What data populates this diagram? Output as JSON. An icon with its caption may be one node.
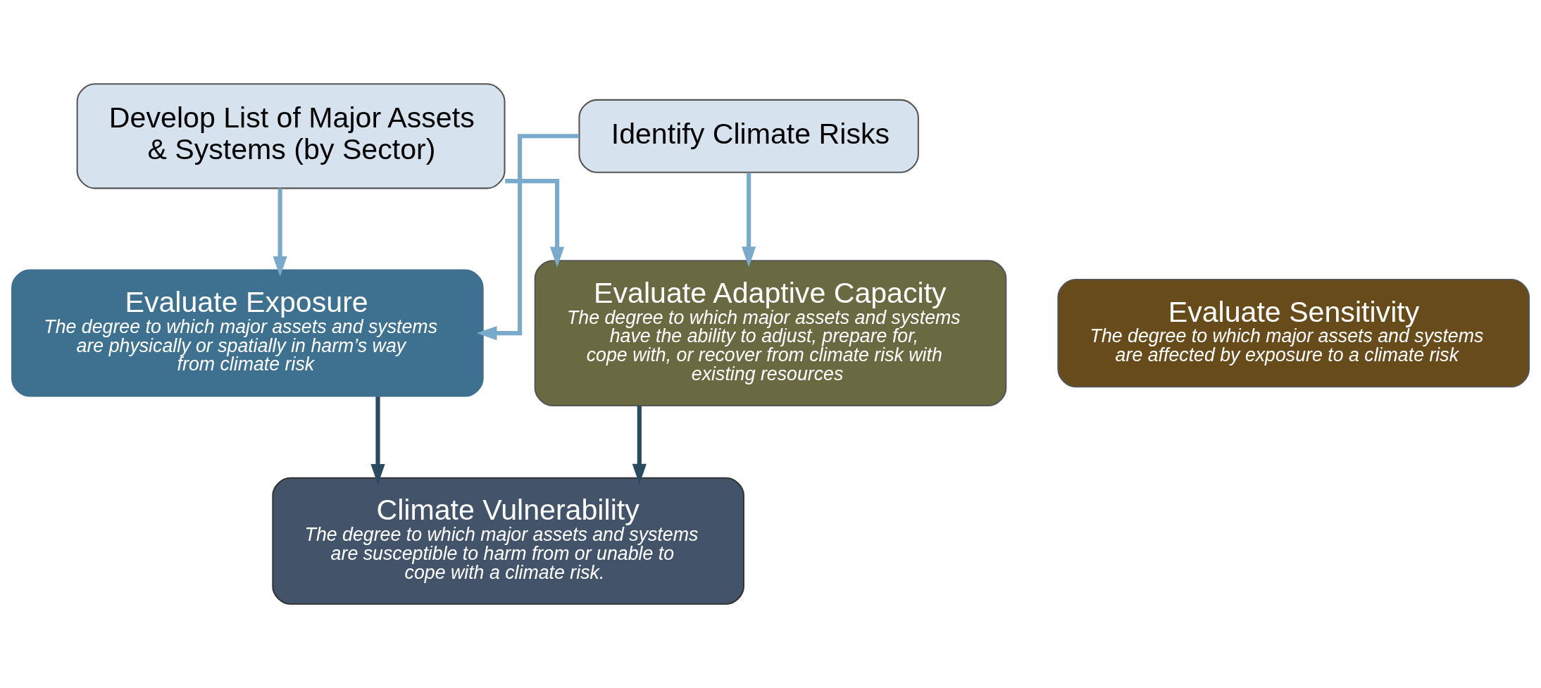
{
  "diagram": {
    "nodes": [
      {
        "text": [
          "Develop List of Major Assets & Systems (by Sector)"
        ]
      },
      {
        "text": [
          "Identify Climate Risks"
        ]
      },
      {
        "text": [
          "Evaluate Exposure",
          "The degree to which major assets and systems are physically or spatially in harm’s way from climate risk"
        ]
      },
      {
        "text": [
          "Evaluate Sensitivity",
          "The degree to which major assets and systems are affected by exposure to a climate risk"
        ]
      },
      {
        "text": [
          "Evaluate Adaptive Capacity",
          "The degree to which major assets and systems have the ability to adjust, prepare for, cope with, or recover from climate risk with existing resources"
        ]
      },
      {
        "text": [
          "Climate Vulnerability",
          "The degree to which major assets and systems are susceptible to harm from or unable to cope with a climate risk."
        ]
      }
    ],
    "edges": [
      {
        "from": 0,
        "to": 2,
        "arrow": "to"
      },
      {
        "from": 0,
        "to": 4,
        "arrow": "to"
      },
      {
        "from": 1,
        "to": 2,
        "arrow": "to"
      },
      {
        "from": 1,
        "to": 4,
        "arrow": "to"
      },
      {
        "from": 2,
        "to": 5,
        "arrow": "to",
        "color": "#2a4a62"
      },
      {
        "from": 4,
        "to": 5,
        "arrow": "to",
        "color": "#2a4a62"
      }
    ]
  }
}
